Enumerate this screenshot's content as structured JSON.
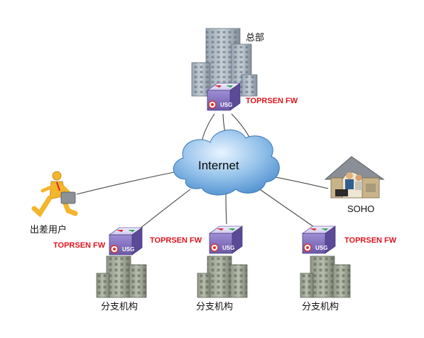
{
  "labels": {
    "hq": "总部",
    "internet": "Internet",
    "soho": "SOHO",
    "mobile_user": "出差用户",
    "branch_1": "分支机构",
    "branch_2": "分支机构",
    "branch_3": "分支机构"
  },
  "firewalls": {
    "hq_label": "TOPRSEN FW",
    "branch_1_label": "TOPRSEN FW",
    "branch_2_label": "TOPRSEN FW",
    "branch_3_label": "TOPRSEN FW",
    "device_text": "USG"
  },
  "colors": {
    "firewall_label": "#e0141e",
    "cloud": "#6fa9dc",
    "device_body": "#8e7bc4",
    "link_line": "#444444"
  }
}
